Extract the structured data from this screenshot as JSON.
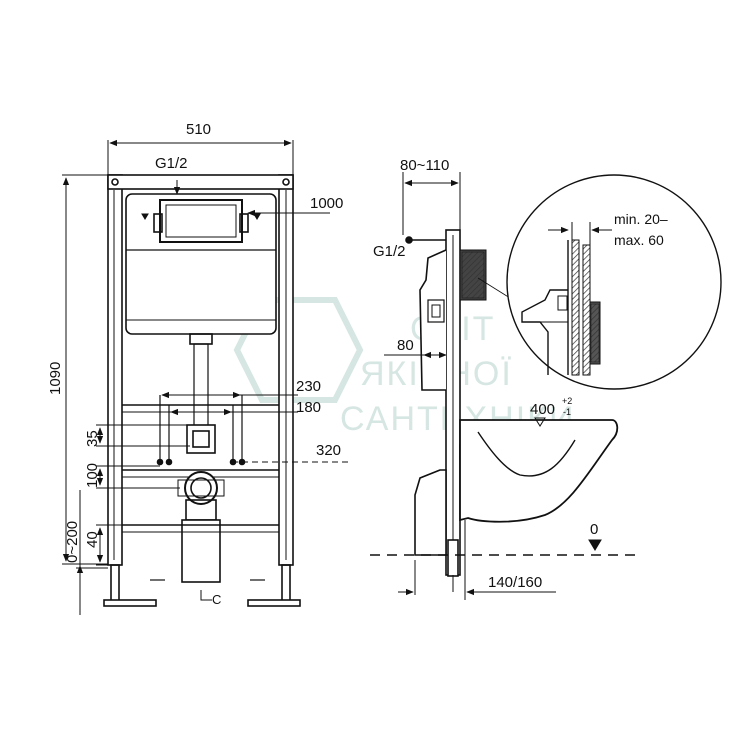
{
  "front_view": {
    "width_label": "510",
    "height_label": "1090",
    "inlet_label": "G1/2",
    "cistern_height_label": "1000",
    "spacing_outer_label": "230",
    "spacing_inner_label": "180",
    "offset_35_label": "35",
    "offset_100_label": "100",
    "offset_40_label": "40",
    "adjust_label": "0~200",
    "pipe_height_label": "320",
    "section_mark": "C"
  },
  "side_view": {
    "depth_label": "80~110",
    "inlet_label": "G1/2",
    "depth_80_label": "80",
    "seat_height_label": "400",
    "seat_tol_plus": "+2",
    "seat_tol_minus": "-1",
    "floor_label": "0",
    "projection_label": "140/160"
  },
  "detail": {
    "wall_line1": "min. 20–",
    "wall_line2": "max. 60"
  },
  "watermark": {
    "line1": "СВІТ",
    "line2": "ЯКІСНОЇ",
    "line3": "САНТЕХНІКИ"
  }
}
